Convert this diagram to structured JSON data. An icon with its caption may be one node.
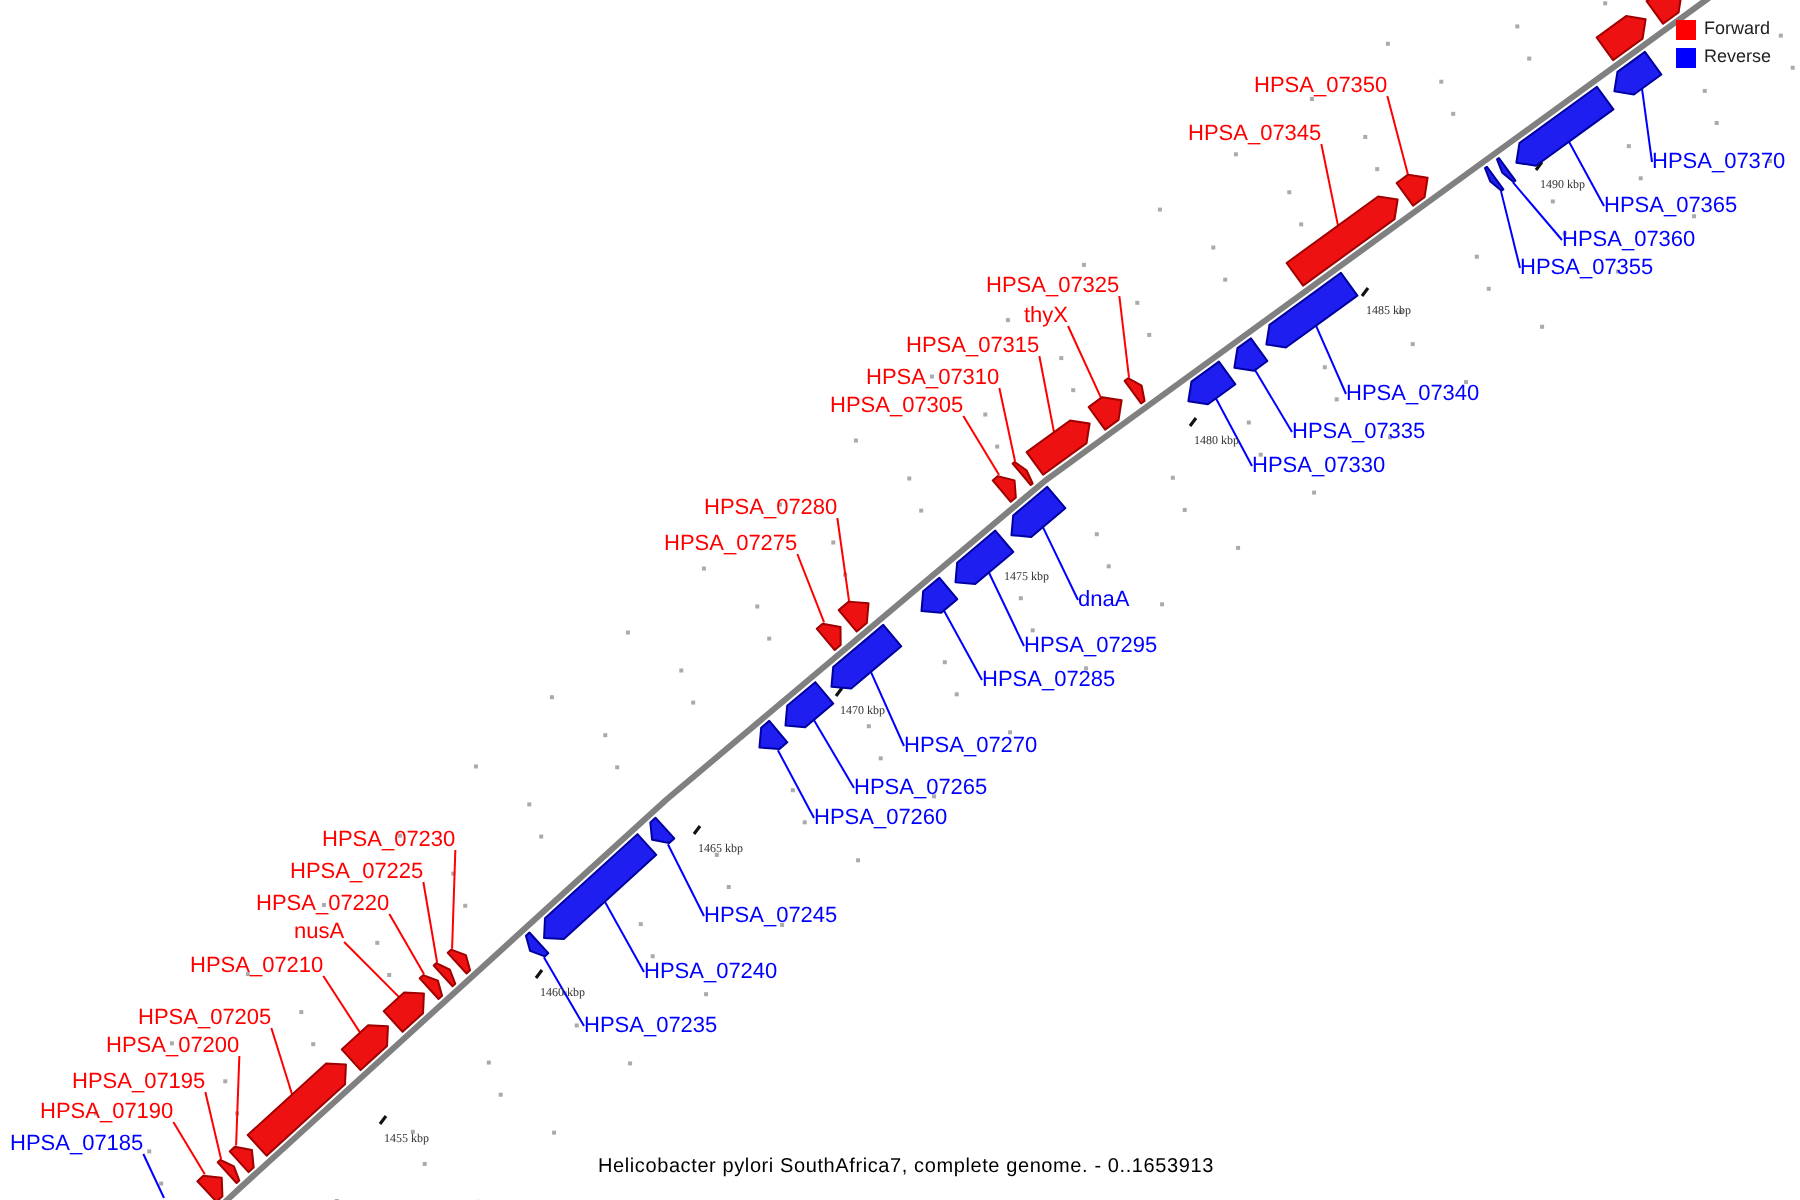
{
  "diagram": {
    "caption": "Helicobacter pylori SouthAfrica7, complete genome. - 0..1653913",
    "nodes": [
      {
        "text": [
          "HPSA_07185"
        ]
      },
      {
        "text": [
          "HPSA_07190"
        ]
      },
      {
        "text": [],
        "shape": "arrow"
      },
      {
        "text": [
          "HPSA_07195"
        ]
      },
      {
        "text": [],
        "shape": "arrow"
      },
      {
        "text": [
          "HPSA_07200"
        ]
      },
      {
        "text": [],
        "shape": "arrow"
      },
      {
        "text": [
          "HPSA_07205"
        ]
      },
      {
        "text": [],
        "shape": "arrow"
      },
      {
        "text": [
          "HPSA_07210"
        ]
      },
      {
        "text": [],
        "shape": "arrow"
      },
      {
        "text": [
          "nusA"
        ]
      },
      {
        "text": [],
        "shape": "arrow"
      },
      {
        "text": [
          "HPSA_07220"
        ]
      },
      {
        "text": [],
        "shape": "arrow"
      },
      {
        "text": [
          "HPSA_07225"
        ]
      },
      {
        "text": [],
        "shape": "arrow"
      },
      {
        "text": [
          "HPSA_07230"
        ]
      },
      {
        "text": [],
        "shape": "arrow"
      },
      {
        "text": [
          "HPSA_07235"
        ]
      },
      {
        "text": [],
        "shape": "arrow"
      },
      {
        "text": [
          "HPSA_07240"
        ]
      },
      {
        "text": [],
        "shape": "arrow"
      },
      {
        "text": [
          "HPSA_07245"
        ]
      },
      {
        "text": [],
        "shape": "arrow"
      },
      {
        "text": [
          "HPSA_07260"
        ]
      },
      {
        "text": [],
        "shape": "arrow"
      },
      {
        "text": [
          "HPSA_07265"
        ]
      },
      {
        "text": [],
        "shape": "arrow"
      },
      {
        "text": [
          "HPSA_07270"
        ]
      },
      {
        "text": [],
        "shape": "arrow"
      },
      {
        "text": [
          "HPSA_07275"
        ]
      },
      {
        "text": [],
        "shape": "arrow"
      },
      {
        "text": [
          "HPSA_07280"
        ]
      },
      {
        "text": [],
        "shape": "arrow"
      },
      {
        "text": [
          "HPSA_07285"
        ]
      },
      {
        "text": [],
        "shape": "arrow"
      },
      {
        "text": [
          "HPSA_07295"
        ]
      },
      {
        "text": [],
        "shape": "arrow"
      },
      {
        "text": [
          "dnaA"
        ]
      },
      {
        "text": [],
        "shape": "arrow"
      },
      {
        "text": [
          "HPSA_07305"
        ]
      },
      {
        "text": [],
        "shape": "arrow"
      },
      {
        "text": [
          "HPSA_07310"
        ]
      },
      {
        "text": [],
        "shape": "arrow"
      },
      {
        "text": [
          "HPSA_07315"
        ]
      },
      {
        "text": [],
        "shape": "arrow"
      },
      {
        "text": [
          "thyX"
        ]
      },
      {
        "text": [],
        "shape": "arrow"
      },
      {
        "text": [
          "HPSA_07325"
        ]
      },
      {
        "text": [],
        "shape": "arrow"
      },
      {
        "text": [
          "HPSA_07330"
        ]
      },
      {
        "text": [],
        "shape": "arrow"
      },
      {
        "text": [
          "HPSA_07335"
        ]
      },
      {
        "text": [],
        "shape": "arrow"
      },
      {
        "text": [
          "HPSA_07340"
        ]
      },
      {
        "text": [],
        "shape": "arrow"
      },
      {
        "text": [
          "HPSA_07345"
        ]
      },
      {
        "text": [],
        "shape": "arrow"
      },
      {
        "text": [
          "HPSA_07350"
        ]
      },
      {
        "text": [],
        "shape": "arrow"
      },
      {
        "text": [
          "HPSA_07355"
        ]
      },
      {
        "text": [],
        "shape": "arrow"
      },
      {
        "text": [
          "HPSA_07360"
        ]
      },
      {
        "text": [],
        "shape": "arrow"
      },
      {
        "text": [
          "HPSA_07365"
        ]
      },
      {
        "text": [],
        "shape": "arrow"
      },
      {
        "text": [
          "HPSA_07370"
        ]
      },
      {
        "text": [],
        "shape": "arrow"
      },
      {
        "text": [],
        "shape": "arrow"
      },
      {
        "text": [],
        "shape": "arrow"
      }
    ],
    "edges": [
      {
        "from": 0,
        "to": null,
        "arrow": "none",
        "color": "#0000ff"
      },
      {
        "from": 1,
        "to": 2,
        "arrow": "none"
      },
      {
        "from": 3,
        "to": 4,
        "arrow": "none"
      },
      {
        "from": 5,
        "to": 6,
        "arrow": "none"
      },
      {
        "from": 7,
        "to": 8,
        "arrow": "none"
      },
      {
        "from": 9,
        "to": 10,
        "arrow": "none"
      },
      {
        "from": 11,
        "to": 12,
        "arrow": "none"
      },
      {
        "from": 13,
        "to": 14,
        "arrow": "none"
      },
      {
        "from": 15,
        "to": 16,
        "arrow": "none"
      },
      {
        "from": 17,
        "to": 18,
        "arrow": "none"
      },
      {
        "from": 19,
        "to": 20,
        "arrow": "none",
        "color": "#0000ff"
      },
      {
        "from": 21,
        "to": 22,
        "arrow": "none",
        "color": "#0000ff"
      },
      {
        "from": 23,
        "to": 24,
        "arrow": "none",
        "color": "#0000ff"
      },
      {
        "from": 25,
        "to": 26,
        "arrow": "none",
        "color": "#0000ff"
      },
      {
        "from": 27,
        "to": 28,
        "arrow": "none",
        "color": "#0000ff"
      },
      {
        "from": 29,
        "to": 30,
        "arrow": "none",
        "color": "#0000ff"
      },
      {
        "from": 31,
        "to": 32,
        "arrow": "none"
      },
      {
        "from": 33,
        "to": 34,
        "arrow": "none"
      },
      {
        "from": 35,
        "to": 36,
        "arrow": "none",
        "color": "#0000ff"
      },
      {
        "from": 37,
        "to": 38,
        "arrow": "none",
        "color": "#0000ff"
      },
      {
        "from": 39,
        "to": 40,
        "arrow": "none",
        "color": "#0000ff"
      },
      {
        "from": 41,
        "to": 42,
        "arrow": "none"
      },
      {
        "from": 43,
        "to": 44,
        "arrow": "none"
      },
      {
        "from": 45,
        "to": 46,
        "arrow": "none"
      },
      {
        "from": 47,
        "to": 48,
        "arrow": "none"
      },
      {
        "from": 49,
        "to": 50,
        "arrow": "none"
      },
      {
        "from": 51,
        "to": 52,
        "arrow": "none",
        "color": "#0000ff"
      },
      {
        "from": 53,
        "to": 54,
        "arrow": "none",
        "color": "#0000ff"
      },
      {
        "from": 55,
        "to": 56,
        "arrow": "none",
        "color": "#0000ff"
      },
      {
        "from": 57,
        "to": 58,
        "arrow": "none"
      },
      {
        "from": 59,
        "to": 60,
        "arrow": "none"
      },
      {
        "from": 61,
        "to": 62,
        "arrow": "none",
        "color": "#0000ff"
      },
      {
        "from": 63,
        "to": 64,
        "arrow": "none",
        "color": "#0000ff"
      },
      {
        "from": 65,
        "to": 66,
        "arrow": "none",
        "color": "#0000ff"
      },
      {
        "from": 67,
        "to": 68,
        "arrow": "none",
        "color": "#0000ff"
      }
    ],
    "labels": [
      "1455 kbp",
      "1460 kbp",
      "1465 kbp",
      "1470 kbp",
      "1475 kbp",
      "1480 kbp",
      "1485 kbp",
      "1490 kbp"
    ],
    "legend": [
      {
        "text": "Forward",
        "color": "#ff0000"
      },
      {
        "text": "Reverse",
        "color": "#0000ff"
      }
    ]
  }
}
